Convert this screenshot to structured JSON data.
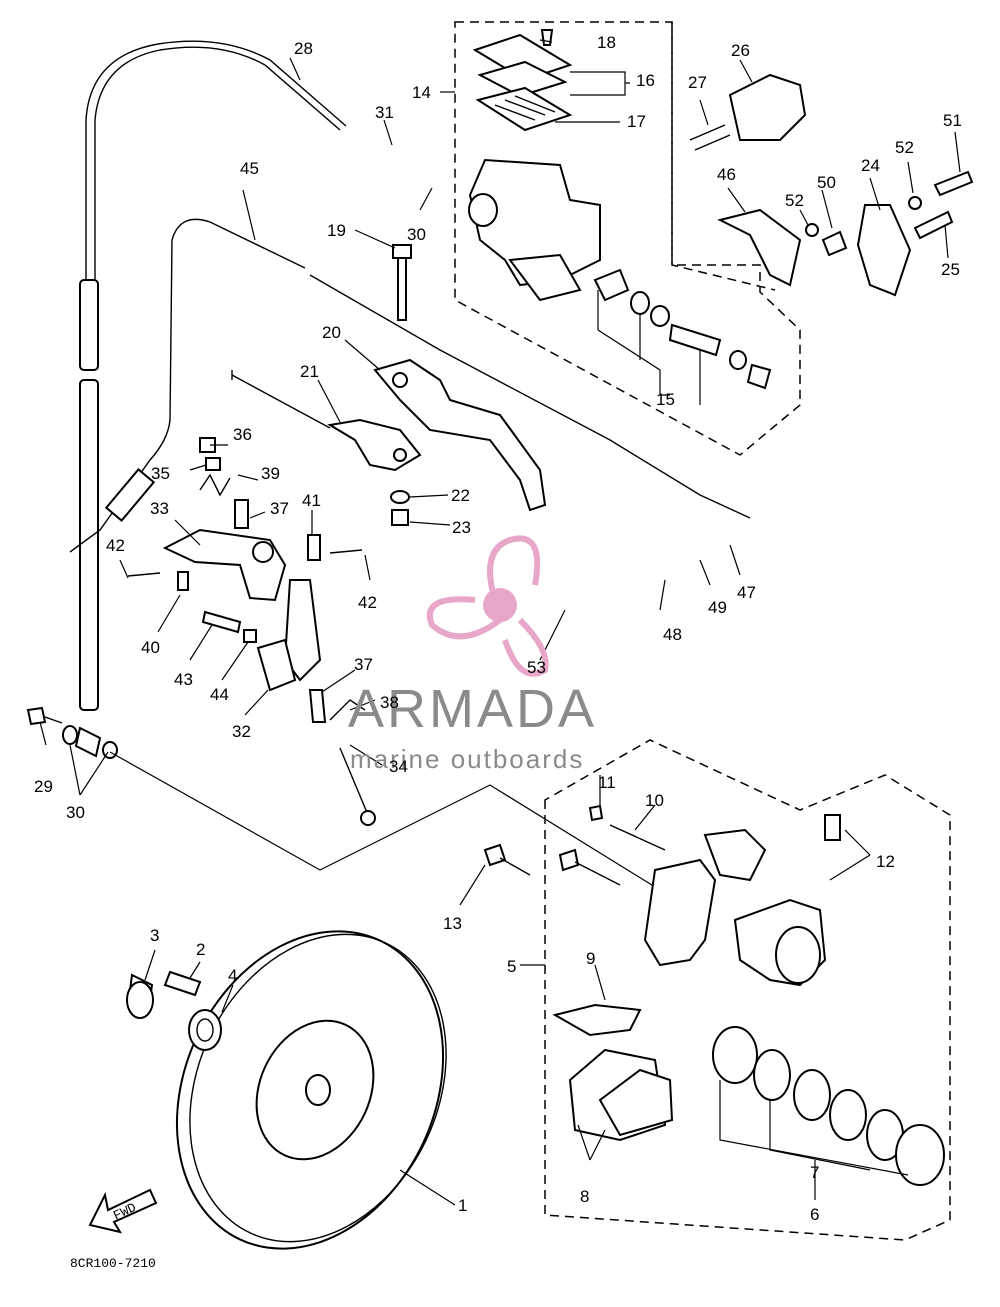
{
  "diagram": {
    "part_numbers": [
      "1",
      "2",
      "3",
      "4",
      "5",
      "6",
      "7",
      "8",
      "9",
      "10",
      "11",
      "12",
      "13",
      "14",
      "15",
      "16",
      "17",
      "18",
      "19",
      "20",
      "21",
      "22",
      "23",
      "24",
      "25",
      "26",
      "27",
      "28",
      "29",
      "30",
      "31",
      "32",
      "33",
      "34",
      "35",
      "36",
      "37",
      "38",
      "39",
      "40",
      "41",
      "42",
      "43",
      "44",
      "45",
      "46",
      "47",
      "48",
      "49",
      "50",
      "51",
      "52",
      "53"
    ],
    "drawing_code": "8CR100-7210",
    "fwd_label": "FWD"
  },
  "watermark": {
    "brand": "ARMADA",
    "tagline": "marine outboards",
    "logo_color": "#e8a6c8"
  }
}
